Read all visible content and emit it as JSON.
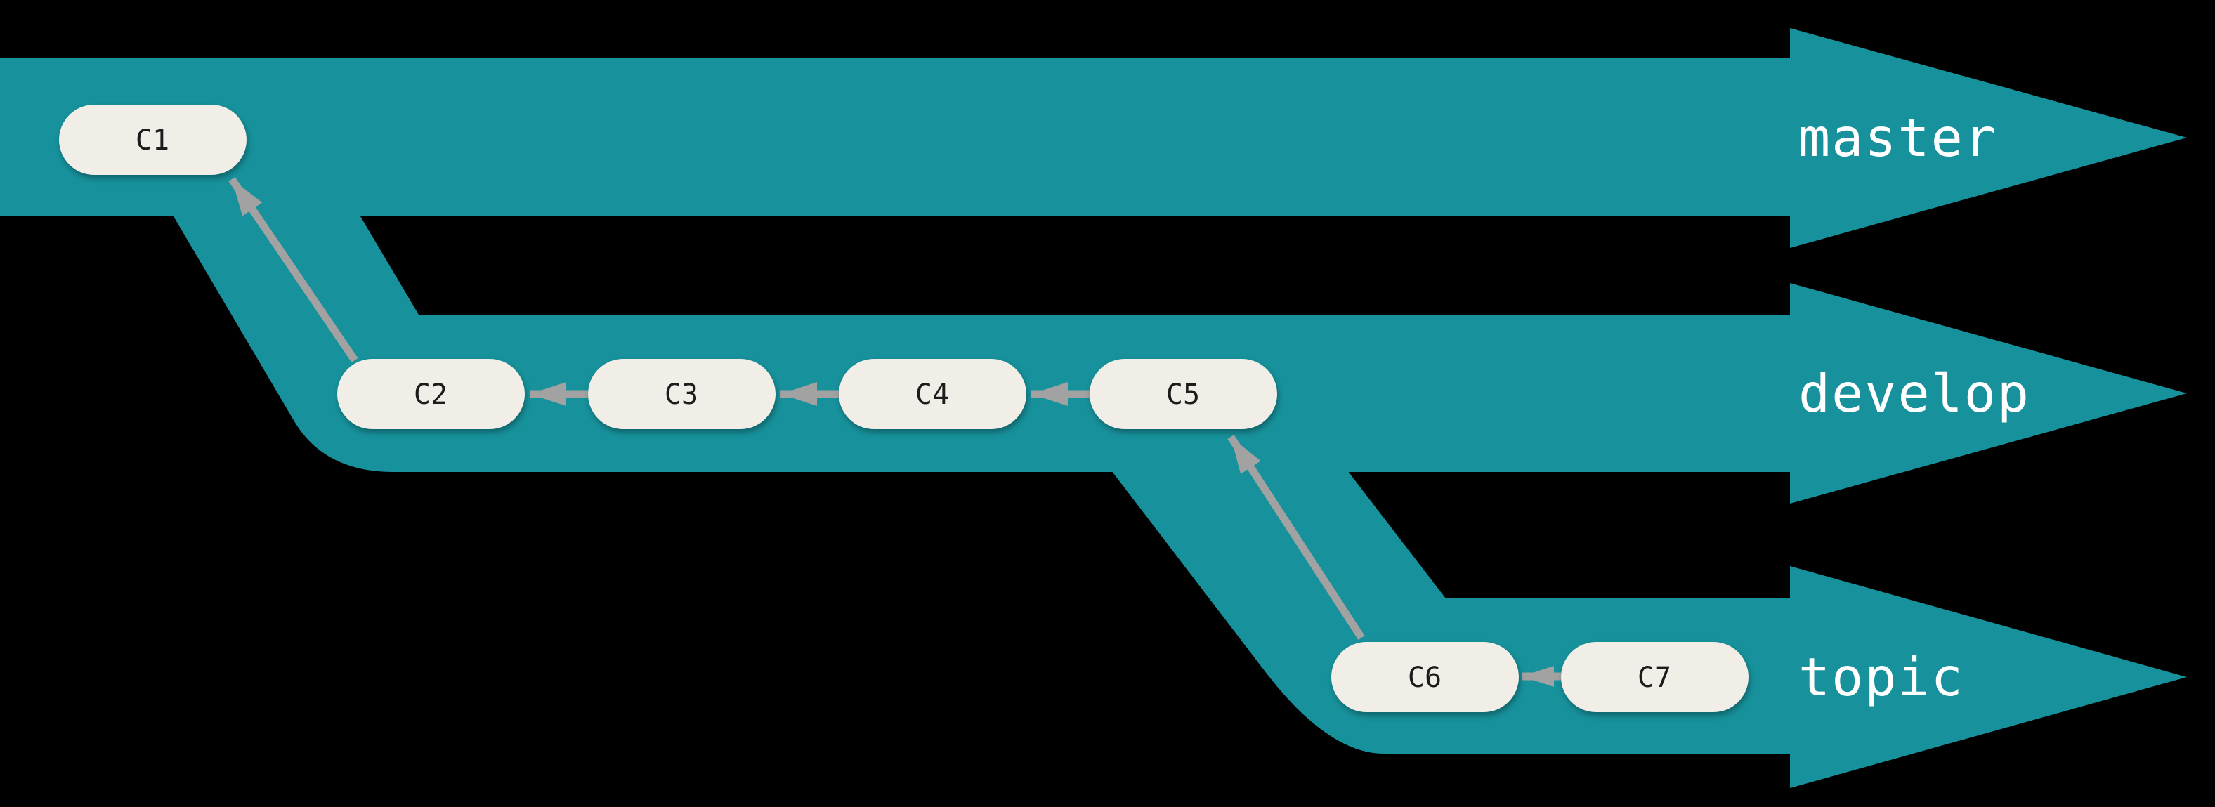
{
  "figure": {
    "kind": "git-branching-diagram",
    "background": "#000000",
    "colors": {
      "branch_fill": "#17919b",
      "commit_fill": "#f0eee6",
      "commit_text": "#1c1c1c",
      "branch_label_text": "#ffffff",
      "edge_arrow": "#a2a2a2"
    },
    "branches": [
      {
        "label": "master",
        "commits": [
          {
            "label": "C1"
          }
        ]
      },
      {
        "label": "develop",
        "commits": [
          {
            "label": "C2"
          },
          {
            "label": "C3"
          },
          {
            "label": "C4"
          },
          {
            "label": "C5"
          }
        ]
      },
      {
        "label": "topic",
        "commits": [
          {
            "label": "C6"
          },
          {
            "label": "C7"
          }
        ]
      }
    ],
    "edges": [
      {
        "from": "C2",
        "to": "C1"
      },
      {
        "from": "C3",
        "to": "C2"
      },
      {
        "from": "C4",
        "to": "C3"
      },
      {
        "from": "C5",
        "to": "C4"
      },
      {
        "from": "C6",
        "to": "C5"
      },
      {
        "from": "C7",
        "to": "C6"
      }
    ]
  }
}
